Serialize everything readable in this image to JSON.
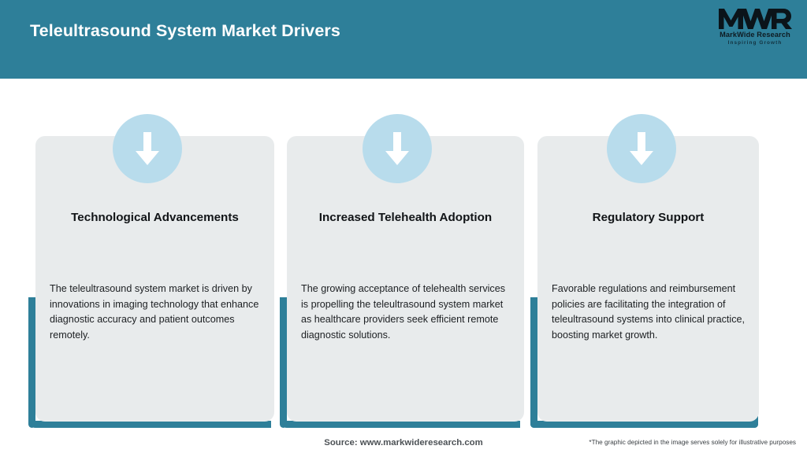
{
  "header": {
    "title": "Teleultrasound System Market Drivers",
    "background_color": "#2e7f99",
    "title_color": "#ffffff"
  },
  "logo": {
    "mark": "MWR",
    "name": "MarkWide Research",
    "tagline": "Inspiring Growth",
    "icon": "mwr-logo-icon"
  },
  "cards": [
    {
      "icon": "down-arrow-icon",
      "title": "Technological Advancements",
      "body": "The teleultrasound system market is driven by innovations in imaging technology that enhance diagnostic accuracy and patient outcomes remotely.",
      "accent_color": "#2e7f99",
      "panel_color": "#e8ebec",
      "circle_color": "#b8dcec"
    },
    {
      "icon": "down-arrow-icon",
      "title": "Increased Telehealth Adoption",
      "body": "The growing acceptance of telehealth services is propelling the teleultrasound system market as healthcare providers seek efficient remote diagnostic solutions.",
      "accent_color": "#2e7f99",
      "panel_color": "#e8ebec",
      "circle_color": "#b8dcec"
    },
    {
      "icon": "down-arrow-icon",
      "title": "Regulatory Support",
      "body": "Favorable regulations and reimbursement policies are facilitating the integration of teleultrasound systems into clinical practice, boosting market growth.",
      "accent_color": "#2e7f99",
      "panel_color": "#e8ebec",
      "circle_color": "#b8dcec"
    }
  ],
  "footer": {
    "source": "Source: www.markwideresearch.com",
    "note": "*The graphic depicted in the image serves solely for illustrative purposes"
  }
}
